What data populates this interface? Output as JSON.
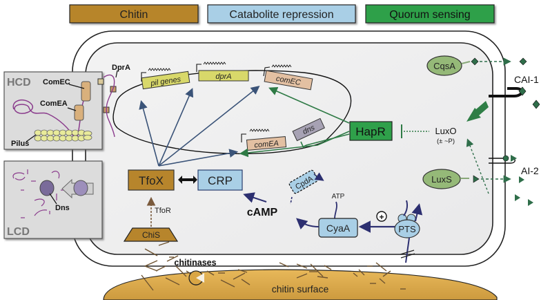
{
  "legend": {
    "chitin": {
      "label": "Chitin",
      "color": "#b7852c"
    },
    "catabolite": {
      "label": "Catabolite repression",
      "color": "#a9cfe6"
    },
    "quorum": {
      "label": "Quorum sensing",
      "color": "#2fa04a"
    }
  },
  "panels": {
    "hcd": {
      "title": "HCD",
      "labels": {
        "comec": "ComEC",
        "comea": "ComEA",
        "pilus": "Pilus"
      }
    },
    "lcd": {
      "title": "LCD",
      "labels": {
        "dns": "Dns"
      }
    }
  },
  "dpra_label": "DprA",
  "genes": {
    "pil": "pil genes",
    "dpra": "dprA",
    "comec": "comEC",
    "comea": "comEA",
    "dns": "dns"
  },
  "regulators": {
    "hapr": "HapR",
    "luxo": "LuxO",
    "luxo_sub": "(± ~P)",
    "tfox": "TfoX",
    "crp": "CRP",
    "chis": "ChiS",
    "tfor": "TfoR",
    "camp": "cAMP",
    "cpda": "CpdA",
    "atp": "ATP",
    "cyaa": "CyaA",
    "pts": "PTS",
    "plus": "+",
    "cqsa": "CqsA",
    "luxs": "LuxS"
  },
  "signals": {
    "cai1": "CAI-1",
    "ai2": "AI-2"
  },
  "environment": {
    "chitinases": "chitinases",
    "chitin_surface": "chitin surface"
  }
}
